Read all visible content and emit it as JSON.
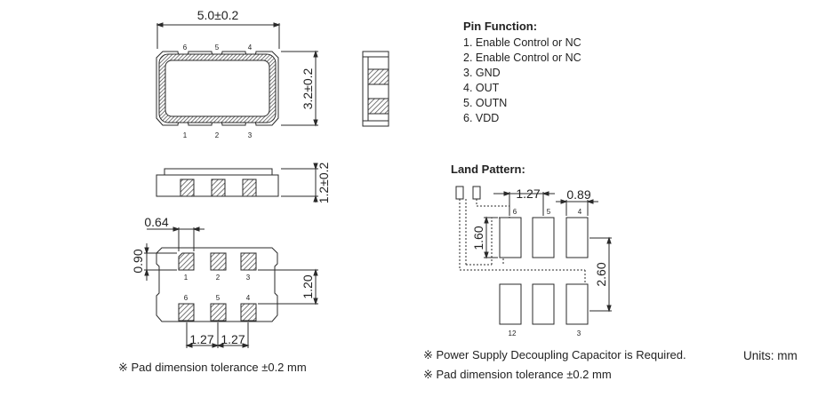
{
  "pin_function": {
    "title": "Pin Function:",
    "items": [
      "1. Enable Control or NC",
      "2. Enable Control or NC",
      "3. GND",
      "4. OUT",
      "5. OUTN",
      "6. VDD"
    ]
  },
  "land_pattern": {
    "title": "Land Pattern:"
  },
  "top_view": {
    "width_dim": "5.0±0.2",
    "height_dim": "3.2±0.2",
    "pins_top": [
      "6",
      "5",
      "4"
    ],
    "pins_bottom": [
      "1",
      "2",
      "3"
    ]
  },
  "side_view": {
    "height_dim": "1.2±0.2"
  },
  "bottom_view": {
    "pad_width": "0.64",
    "pad_height": "0.90",
    "pad_span": "1.20",
    "pitch_left": "1.27",
    "pitch_right": "1.27",
    "pins_bottom": [
      "1",
      "2",
      "3"
    ],
    "pins_top": [
      "6",
      "5",
      "4"
    ]
  },
  "land": {
    "pitch": "1.27",
    "pad_width": "0.89",
    "pad_height": "1.60",
    "row_span": "2.60",
    "pins_top": [
      "6",
      "5",
      "4"
    ],
    "pins_bottom": [
      "12",
      "3"
    ]
  },
  "notes": {
    "left": "※  Pad dimension tolerance ±0.2 mm",
    "right_1": "※  Power Supply Decoupling Capacitor is Required.",
    "right_2": "※  Pad dimension tolerance ±0.2 mm",
    "units": "Units: mm"
  },
  "colors": {
    "outline": "#2a2a2a",
    "body_fill": "#ffffff",
    "hatch": "#555555",
    "dim_line": "#333333"
  }
}
